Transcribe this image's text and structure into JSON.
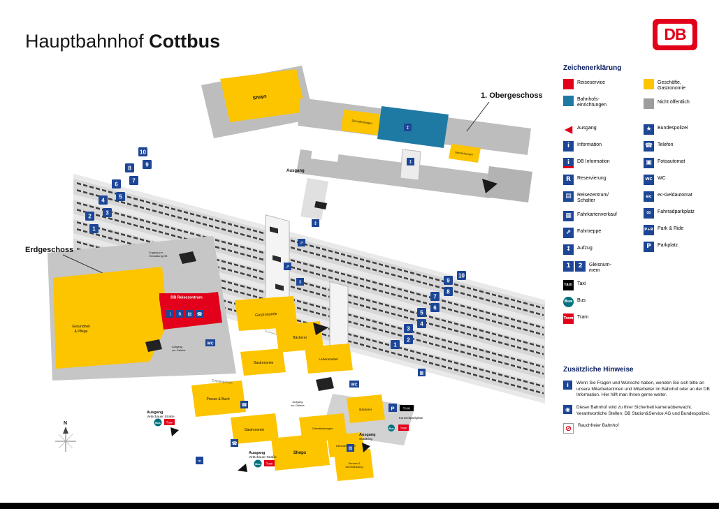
{
  "header": {
    "title_light": "Hauptbahnhof ",
    "title_bold": "Cottbus",
    "logo": "DB"
  },
  "colors": {
    "db_red": "#e2001a",
    "yellow": "#fdc400",
    "navy": "#1d4696",
    "teal_area": "#1f7aa3",
    "bus_teal": "#00727f",
    "gray_area": "#9d9d9c",
    "light_gray": "#d7d7d7",
    "black": "#000000"
  },
  "icons": {
    "exit_arrow": "◀",
    "info": "i",
    "db_info": "i",
    "reservation": "R",
    "counter": "▤",
    "ticket": "▦",
    "escalator": "⇗",
    "elevator": "↕",
    "police": "★",
    "phone": "☎",
    "photo": "▣",
    "wc": "WC",
    "ec": "ec",
    "bike": "∞",
    "park_ride": "P+R",
    "parking": "P",
    "taxi": "TAXI",
    "bus": "Bus",
    "tram": "Tram",
    "gleis_1": "1",
    "gleis_2": "2",
    "surveillance": "◉",
    "no_smoking": "⊘",
    "compass_n": "N"
  },
  "legend": {
    "title": "Zeichenerklärung",
    "col1": [
      {
        "icon": "reiseservice-area",
        "label": "Reiseservice"
      },
      {
        "icon": "bahnhofseinrichtungen-area",
        "label": "Bahnhofs-\neinrichtungen"
      },
      {
        "icon": "exit-arrow",
        "label": "Ausgang"
      },
      {
        "icon": "information",
        "label": "Information"
      },
      {
        "icon": "db-information",
        "label": "DB Information"
      },
      {
        "icon": "reservierung",
        "label": "Reservierung"
      },
      {
        "icon": "reisezentrum-schalter",
        "label": "Reisezentrum/\nSchalter"
      },
      {
        "icon": "fahrkartenverkauf",
        "label": "Fahrkartenverkauf"
      },
      {
        "icon": "fahrtreppe",
        "label": "Fahrtreppe"
      },
      {
        "icon": "aufzug",
        "label": "Aufzug"
      },
      {
        "icon": "gleisnummern",
        "label": "Gleisnum-\nmern"
      },
      {
        "icon": "taxi",
        "label": "Taxi"
      },
      {
        "icon": "bus",
        "label": "Bus"
      },
      {
        "icon": "tram",
        "label": "Tram"
      }
    ],
    "col2": [
      {
        "icon": "geschaefte-area",
        "label": "Geschäfte,\nGastronomie"
      },
      {
        "icon": "nicht-oeffentlich-area",
        "label": "Nicht öffentlich"
      },
      {
        "icon": "bundespolizei",
        "label": "Bundespolizei"
      },
      {
        "icon": "telefon",
        "label": "Telefon"
      },
      {
        "icon": "fotoautomat",
        "label": "Fotoautomat"
      },
      {
        "icon": "wc",
        "label": "WC"
      },
      {
        "icon": "ec-geldautomat",
        "label": "ec-Geldautomat"
      },
      {
        "icon": "fahrradparkplatz",
        "label": "Fahrradparkplatz"
      },
      {
        "icon": "park-ride",
        "label": "Park & Ride"
      },
      {
        "icon": "parkplatz",
        "label": "Parkplatz"
      }
    ]
  },
  "notes": {
    "title": "Zusätzliche Hinweise",
    "items": [
      {
        "icon": "info",
        "text": "Wenn Sie Fragen und Wünsche haben, wenden Sie sich bitte an unsere Mitarbeiterinnen und Mitarbeiter im Bahnhof oder an der DB Information. Hier hilft man Ihnen gerne weiter."
      },
      {
        "icon": "camera",
        "text": "Dieser Bahnhof wird zu Ihrer Sicherheit kameraüberwacht. Verantwortliche Stellen: DB Station&Service AG und Bundespolizei."
      },
      {
        "icon": "no-smoking",
        "text": "Rauchfreier Bahnhof"
      }
    ]
  },
  "map": {
    "upper_floor": "1. Obergeschoss",
    "ground_floor": "Erdgeschoss",
    "ausgang": "Ausgang",
    "shops": "Shops",
    "dienstleistungen": "Dienstleistungen",
    "gastronomie": "Gastronomie",
    "baeckerei": "Bäckerei",
    "lebensmittel": "Lebensmittel",
    "presse_buch": "Presse & Buch",
    "gesundheit_1": "Gesundheit",
    "gesundheit_2": "& Pflege",
    "db_reisezentrum": "DB Reisezentrum",
    "zugang_1": "Zugang zur",
    "zugang_2": "Verwaltung DB",
    "aufgang_1": "Aufgang",
    "aufgang_2": "zur Galerie",
    "empfangshalle": "Empfangshalle",
    "vetschauer": "Vetschauer Straße",
    "stadtring": "Stadtring",
    "kurzzeit": "Kurzzeitparkplatz",
    "service_1": "Service &",
    "service_2": "Dienstleistung",
    "platform_numbers": [
      "10",
      "9",
      "8",
      "7",
      "6",
      "5",
      "4",
      "3",
      "2",
      "1"
    ]
  }
}
